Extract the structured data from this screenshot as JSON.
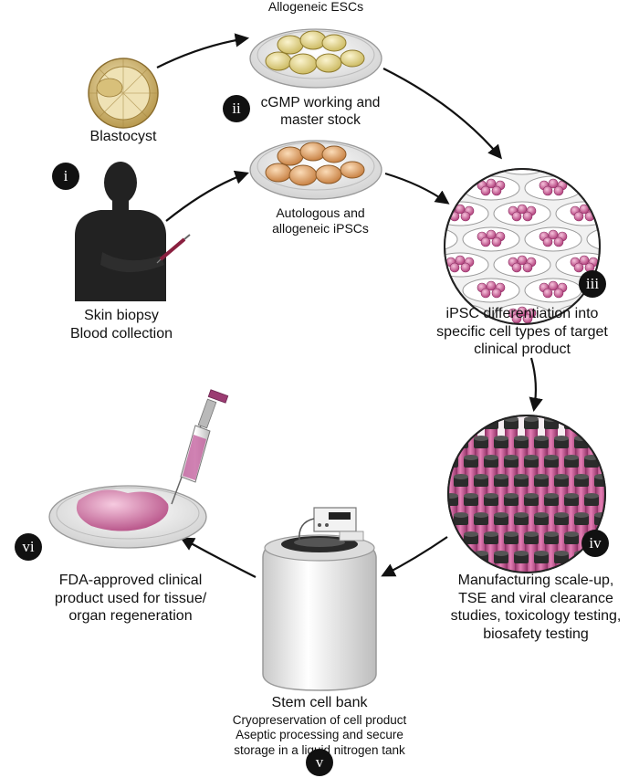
{
  "steps": {
    "allogeneic_escs": "Allogeneic ESCs",
    "blastocyst": "Blastocyst",
    "stock": [
      "cGMP working and",
      "master stock"
    ],
    "ipscs": [
      "Autologous and",
      "allogeneic iPSCs"
    ],
    "biopsy": [
      "Skin biopsy",
      "Blood collection"
    ],
    "differentiation": [
      "iPSC differentiation into",
      "specific cell types of target",
      "clinical product"
    ],
    "manufacturing": [
      "Manufacturing scale-up,",
      "TSE and viral clearance",
      "studies, toxicology testing,",
      "biosafety testing"
    ],
    "bank_title": "Stem cell bank",
    "bank_lines": [
      "Cryopreservation of cell product",
      "Aseptic processing and secure",
      "storage in a liquid nitrogen tank"
    ],
    "fda": [
      "FDA-approved clinical",
      "product used for tissue/",
      "organ regeneration"
    ]
  },
  "badges": {
    "i": "i",
    "ii": "ii",
    "iii": "iii",
    "iv": "iv",
    "v": "v",
    "vi": "vi"
  },
  "colors": {
    "pink": "#c85a92",
    "dark": "#111111",
    "esc_cell": "#e8dc9e",
    "ipsc_cell": "#e0a86e",
    "dish": "#ececec"
  }
}
